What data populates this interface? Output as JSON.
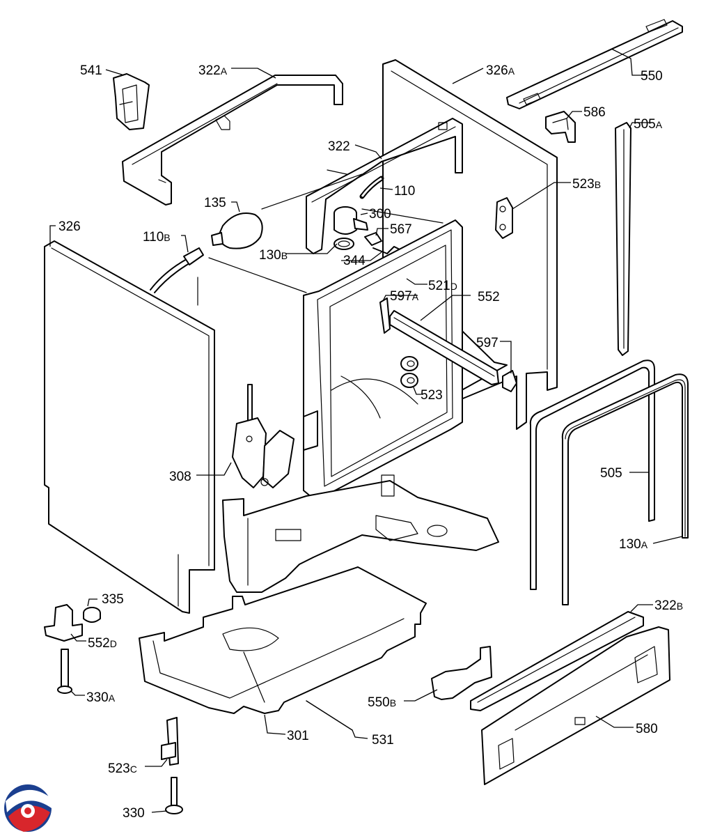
{
  "diagram": {
    "type": "exploded-parts-diagram",
    "accent_colors": {
      "logo_blue": "#1b3f8f",
      "logo_red": "#d8262c"
    },
    "logo": {
      "icon": "brand-logo-icon"
    },
    "labels": [
      {
        "id": "p541",
        "num": "541",
        "suf": ""
      },
      {
        "id": "p322a",
        "num": "322",
        "suf": "A"
      },
      {
        "id": "p326a",
        "num": "326",
        "suf": "A"
      },
      {
        "id": "p550",
        "num": "550",
        "suf": ""
      },
      {
        "id": "p586",
        "num": "586",
        "suf": ""
      },
      {
        "id": "p505a",
        "num": "505",
        "suf": "A"
      },
      {
        "id": "p322",
        "num": "322",
        "suf": ""
      },
      {
        "id": "p110",
        "num": "110",
        "suf": ""
      },
      {
        "id": "p523b",
        "num": "523",
        "suf": "B"
      },
      {
        "id": "p135",
        "num": "135",
        "suf": ""
      },
      {
        "id": "p300",
        "num": "300",
        "suf": ""
      },
      {
        "id": "p326",
        "num": "326",
        "suf": ""
      },
      {
        "id": "p567",
        "num": "567",
        "suf": ""
      },
      {
        "id": "p110b",
        "num": "110",
        "suf": "B"
      },
      {
        "id": "p130b",
        "num": "130",
        "suf": "B"
      },
      {
        "id": "p344",
        "num": "344",
        "suf": ""
      },
      {
        "id": "p521d",
        "num": "521",
        "suf": "D"
      },
      {
        "id": "p597a",
        "num": "597",
        "suf": "A"
      },
      {
        "id": "p552",
        "num": "552",
        "suf": ""
      },
      {
        "id": "p597",
        "num": "597",
        "suf": ""
      },
      {
        "id": "p523",
        "num": "523",
        "suf": ""
      },
      {
        "id": "p505",
        "num": "505",
        "suf": ""
      },
      {
        "id": "p308",
        "num": "308",
        "suf": ""
      },
      {
        "id": "p130a",
        "num": "130",
        "suf": "A"
      },
      {
        "id": "p335",
        "num": "335",
        "suf": ""
      },
      {
        "id": "p322b",
        "num": "322",
        "suf": "B"
      },
      {
        "id": "p552d",
        "num": "552",
        "suf": "D"
      },
      {
        "id": "p330a",
        "num": "330",
        "suf": "A"
      },
      {
        "id": "p550b",
        "num": "550",
        "suf": "B"
      },
      {
        "id": "p580",
        "num": "580",
        "suf": ""
      },
      {
        "id": "p301",
        "num": "301",
        "suf": ""
      },
      {
        "id": "p531",
        "num": "531",
        "suf": ""
      },
      {
        "id": "p523c",
        "num": "523",
        "suf": "C"
      },
      {
        "id": "p330",
        "num": "330",
        "suf": ""
      }
    ]
  }
}
